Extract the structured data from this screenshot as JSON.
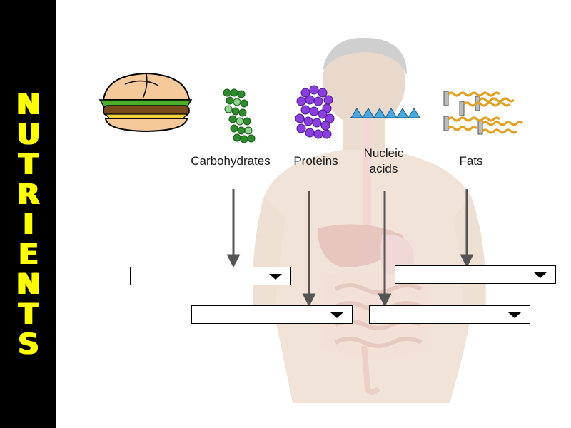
{
  "sidebar": {
    "letters": [
      "N",
      "U",
      "T",
      "R",
      "I",
      "E",
      "N",
      "T",
      "S"
    ],
    "color": "#ffff00"
  },
  "nutrients": [
    {
      "label": "Carbohydrates"
    },
    {
      "label": "Proteins"
    },
    {
      "label_line1": "Nucleic",
      "label_line2": "acids"
    },
    {
      "label": "Fats"
    }
  ],
  "dropdowns": [
    {
      "selected": ""
    },
    {
      "selected": ""
    },
    {
      "selected": ""
    },
    {
      "selected": ""
    }
  ],
  "icons": [
    "hamburger-icon",
    "carbohydrate-molecule-icon",
    "protein-molecule-icon",
    "nucleic-acid-molecule-icon",
    "fat-molecule-icon",
    "human-digestive-system-illustration",
    "chevron-down-icon"
  ]
}
